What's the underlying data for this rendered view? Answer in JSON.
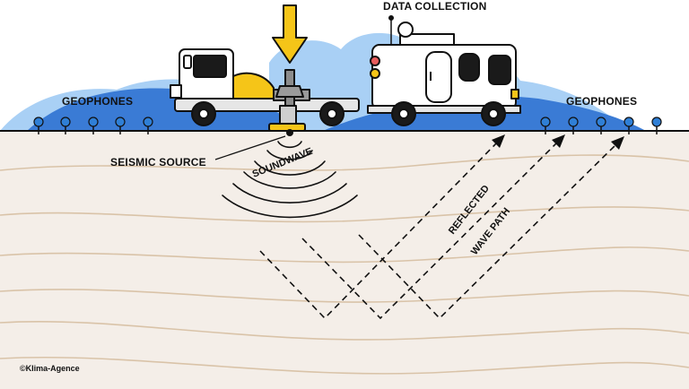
{
  "labels": {
    "data_collection": "DATA COLLECTION",
    "geophones_left": "GEOPHONES",
    "geophones_right": "GEOPHONES",
    "seismic_source": "SEISMIC SOURCE",
    "soundwave": "SOUNDWAVE",
    "reflected": "REFLECTED",
    "wave_path": "WAVE PATH",
    "credit": "©Klima-Agence"
  },
  "colors": {
    "ground": "#f4eee8",
    "strata": "#d9c3a8",
    "sky_dark": "#3a7bd5",
    "sky_light": "#a9d0f5",
    "geophone": "#2f7fd6",
    "accent_yellow": "#f5c518",
    "outline": "#111111"
  },
  "icons": {
    "arrow": "down-arrow-icon",
    "geophone": "geophone-icon",
    "truck_source": "vibrator-truck-icon",
    "truck_recorder": "recording-truck-icon"
  }
}
